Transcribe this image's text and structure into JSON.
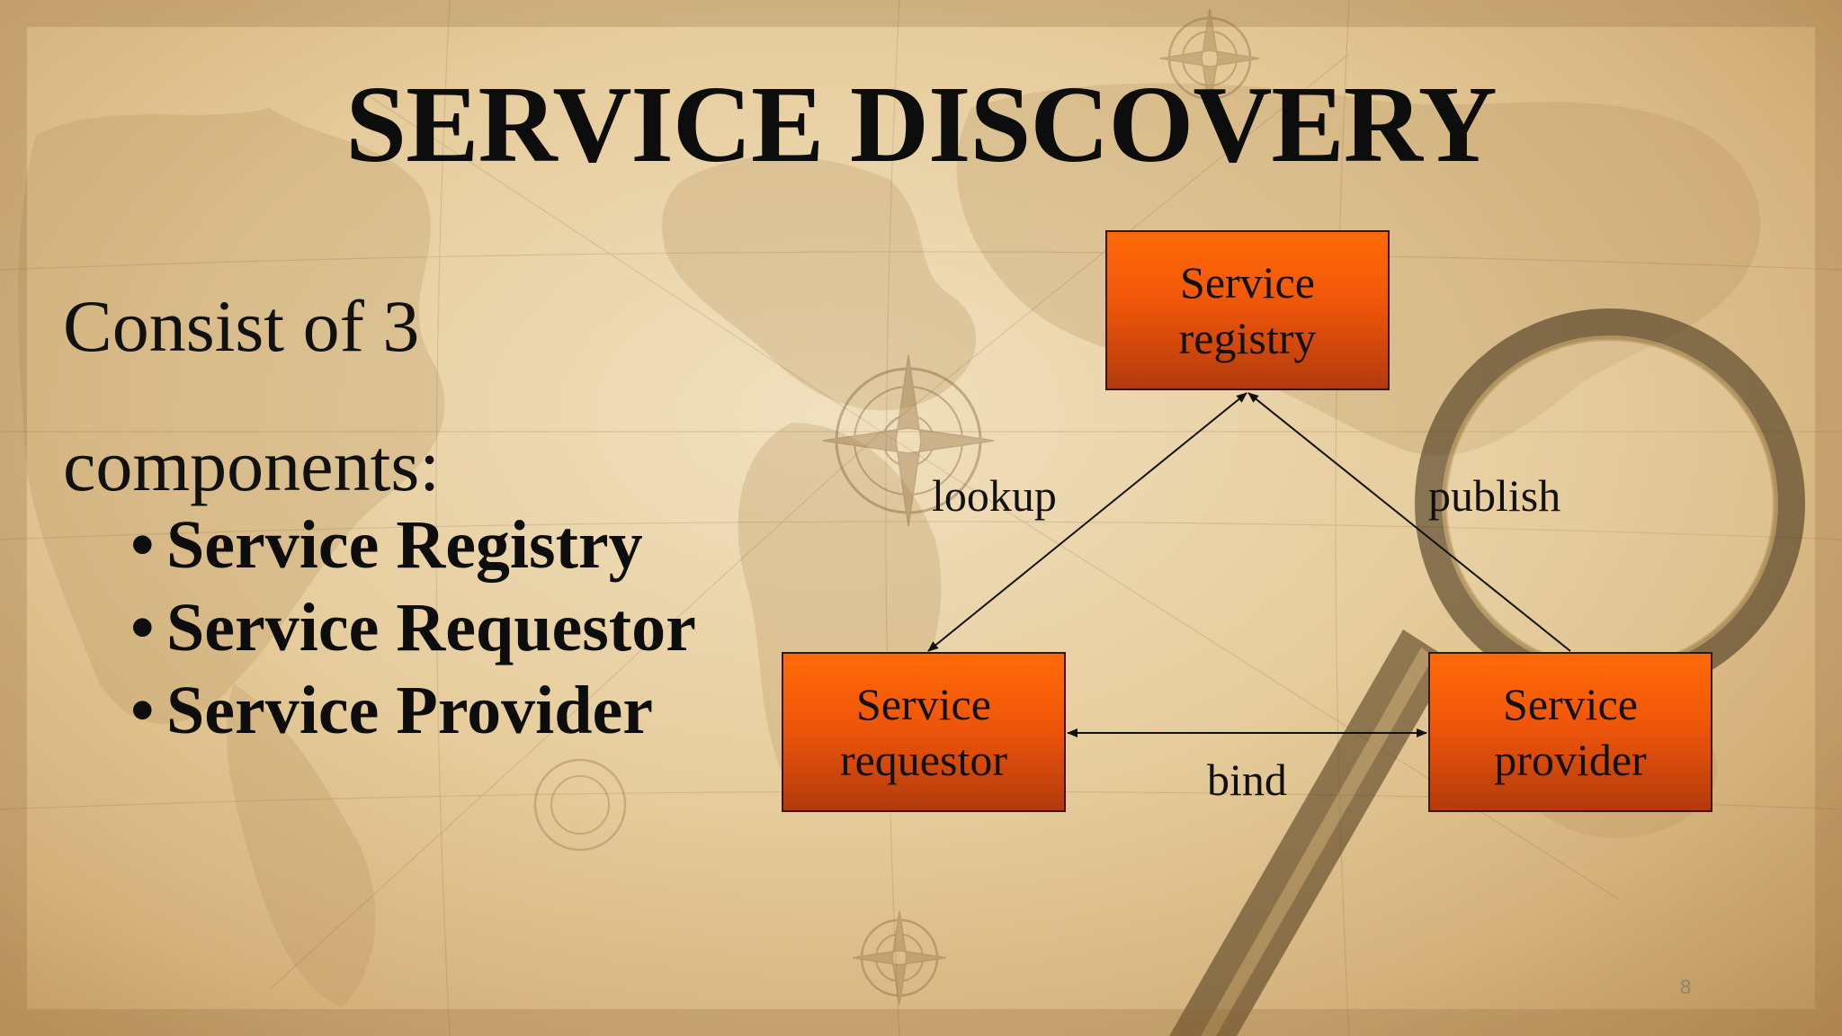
{
  "slide": {
    "title": "SERVICE DISCOVERY",
    "intro_line1": "Consist of 3",
    "intro_line2": "components:",
    "bullets": [
      "Service Registry",
      "Service Requestor",
      "Service Provider"
    ],
    "page_number": "8"
  },
  "diagram": {
    "nodes": {
      "registry": "Service\nregistry",
      "requestor": "Service\nrequestor",
      "provider": "Service\nprovider"
    },
    "edges": {
      "lookup": "lookup",
      "publish": "publish",
      "bind": "bind"
    }
  },
  "colors": {
    "box_fill_top": "#ff6a08",
    "box_fill_bottom": "#b23a0e",
    "background": "#e6cc9c",
    "text": "#111111"
  },
  "icons": {
    "background": "vintage-world-map",
    "magnifier": "magnifying-glass-icon",
    "compass": "compass-rose-icon"
  }
}
